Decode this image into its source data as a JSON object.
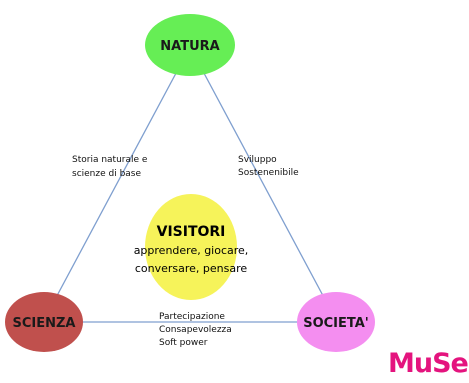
{
  "diagram": {
    "nodes": {
      "natura": {
        "label": "NATURA",
        "color": "#66ee55"
      },
      "scienza": {
        "label": "SCIENZA",
        "color": "#c0504d"
      },
      "societa": {
        "label": "SOCIETA'",
        "color": "#f48ef0"
      },
      "visitori": {
        "label": "VISITORI",
        "color": "#f6f35a",
        "lines": [
          "apprendere, giocare,",
          "conversare, pensare"
        ]
      }
    },
    "edges": {
      "natura_scienza": {
        "lines": [
          "Storia naturale e",
          "scienze di base"
        ]
      },
      "natura_societa": {
        "lines": [
          "Sviluppo",
          "Sostenenibile"
        ]
      },
      "scienza_societa": {
        "lines": [
          "Partecipazione",
          "Consapevolezza",
          "Soft power"
        ]
      }
    },
    "edge_color": "#7f9fcf"
  },
  "logo": {
    "text": "MuSe",
    "color": "#e4147e"
  }
}
